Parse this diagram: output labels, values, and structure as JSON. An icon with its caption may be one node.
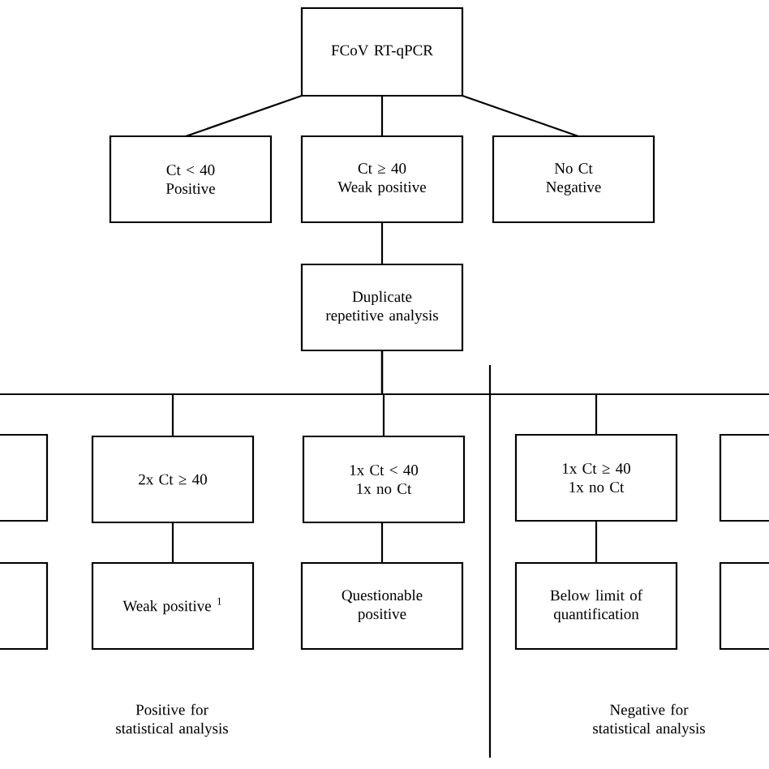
{
  "diagram": {
    "nodes": [
      {
        "text": [
          "FCoV RT-qPCR"
        ]
      },
      {
        "text": [
          "Ct < 40",
          "Positive"
        ]
      },
      {
        "text": [
          "Ct ≥ 40",
          "Weak positive"
        ]
      },
      {
        "text": [
          "No Ct",
          "Negative"
        ]
      },
      {
        "text": [
          "Duplicate repetitive analysis"
        ]
      },
      {
        "text": [],
        "shape": "box"
      },
      {
        "text": [
          "2x Ct ≥ 40"
        ]
      },
      {
        "text": [
          "1x Ct < 40",
          "1x no Ct"
        ]
      },
      {
        "text": [
          "1x Ct ≥ 40",
          "1x no Ct"
        ]
      },
      {
        "text": [],
        "shape": "box"
      },
      {
        "text": [],
        "shape": "box"
      },
      {
        "text": [
          "Weak positive $^{1}$"
        ]
      },
      {
        "text": [
          "Questionable positive"
        ]
      },
      {
        "text": [
          "Below limit of quantification"
        ]
      },
      {
        "text": [],
        "shape": "box"
      }
    ],
    "edges": [
      {
        "from": 0,
        "to": 1,
        "arrow": "none"
      },
      {
        "from": 0,
        "to": 2,
        "arrow": "none"
      },
      {
        "from": 0,
        "to": 3,
        "arrow": "none"
      },
      {
        "from": 2,
        "to": 4,
        "arrow": "none"
      },
      {
        "from": 4,
        "to": 6,
        "arrow": "none"
      },
      {
        "from": 4,
        "to": 7,
        "arrow": "none"
      },
      {
        "from": 4,
        "to": 8,
        "arrow": "none"
      },
      {
        "from": 6,
        "to": 11,
        "arrow": "none"
      },
      {
        "from": 7,
        "to": 12,
        "arrow": "none"
      },
      {
        "from": 8,
        "to": 13,
        "arrow": "none"
      }
    ],
    "labels": [
      "Positive for statistical analysis",
      "Negative for statistical analysis"
    ]
  }
}
